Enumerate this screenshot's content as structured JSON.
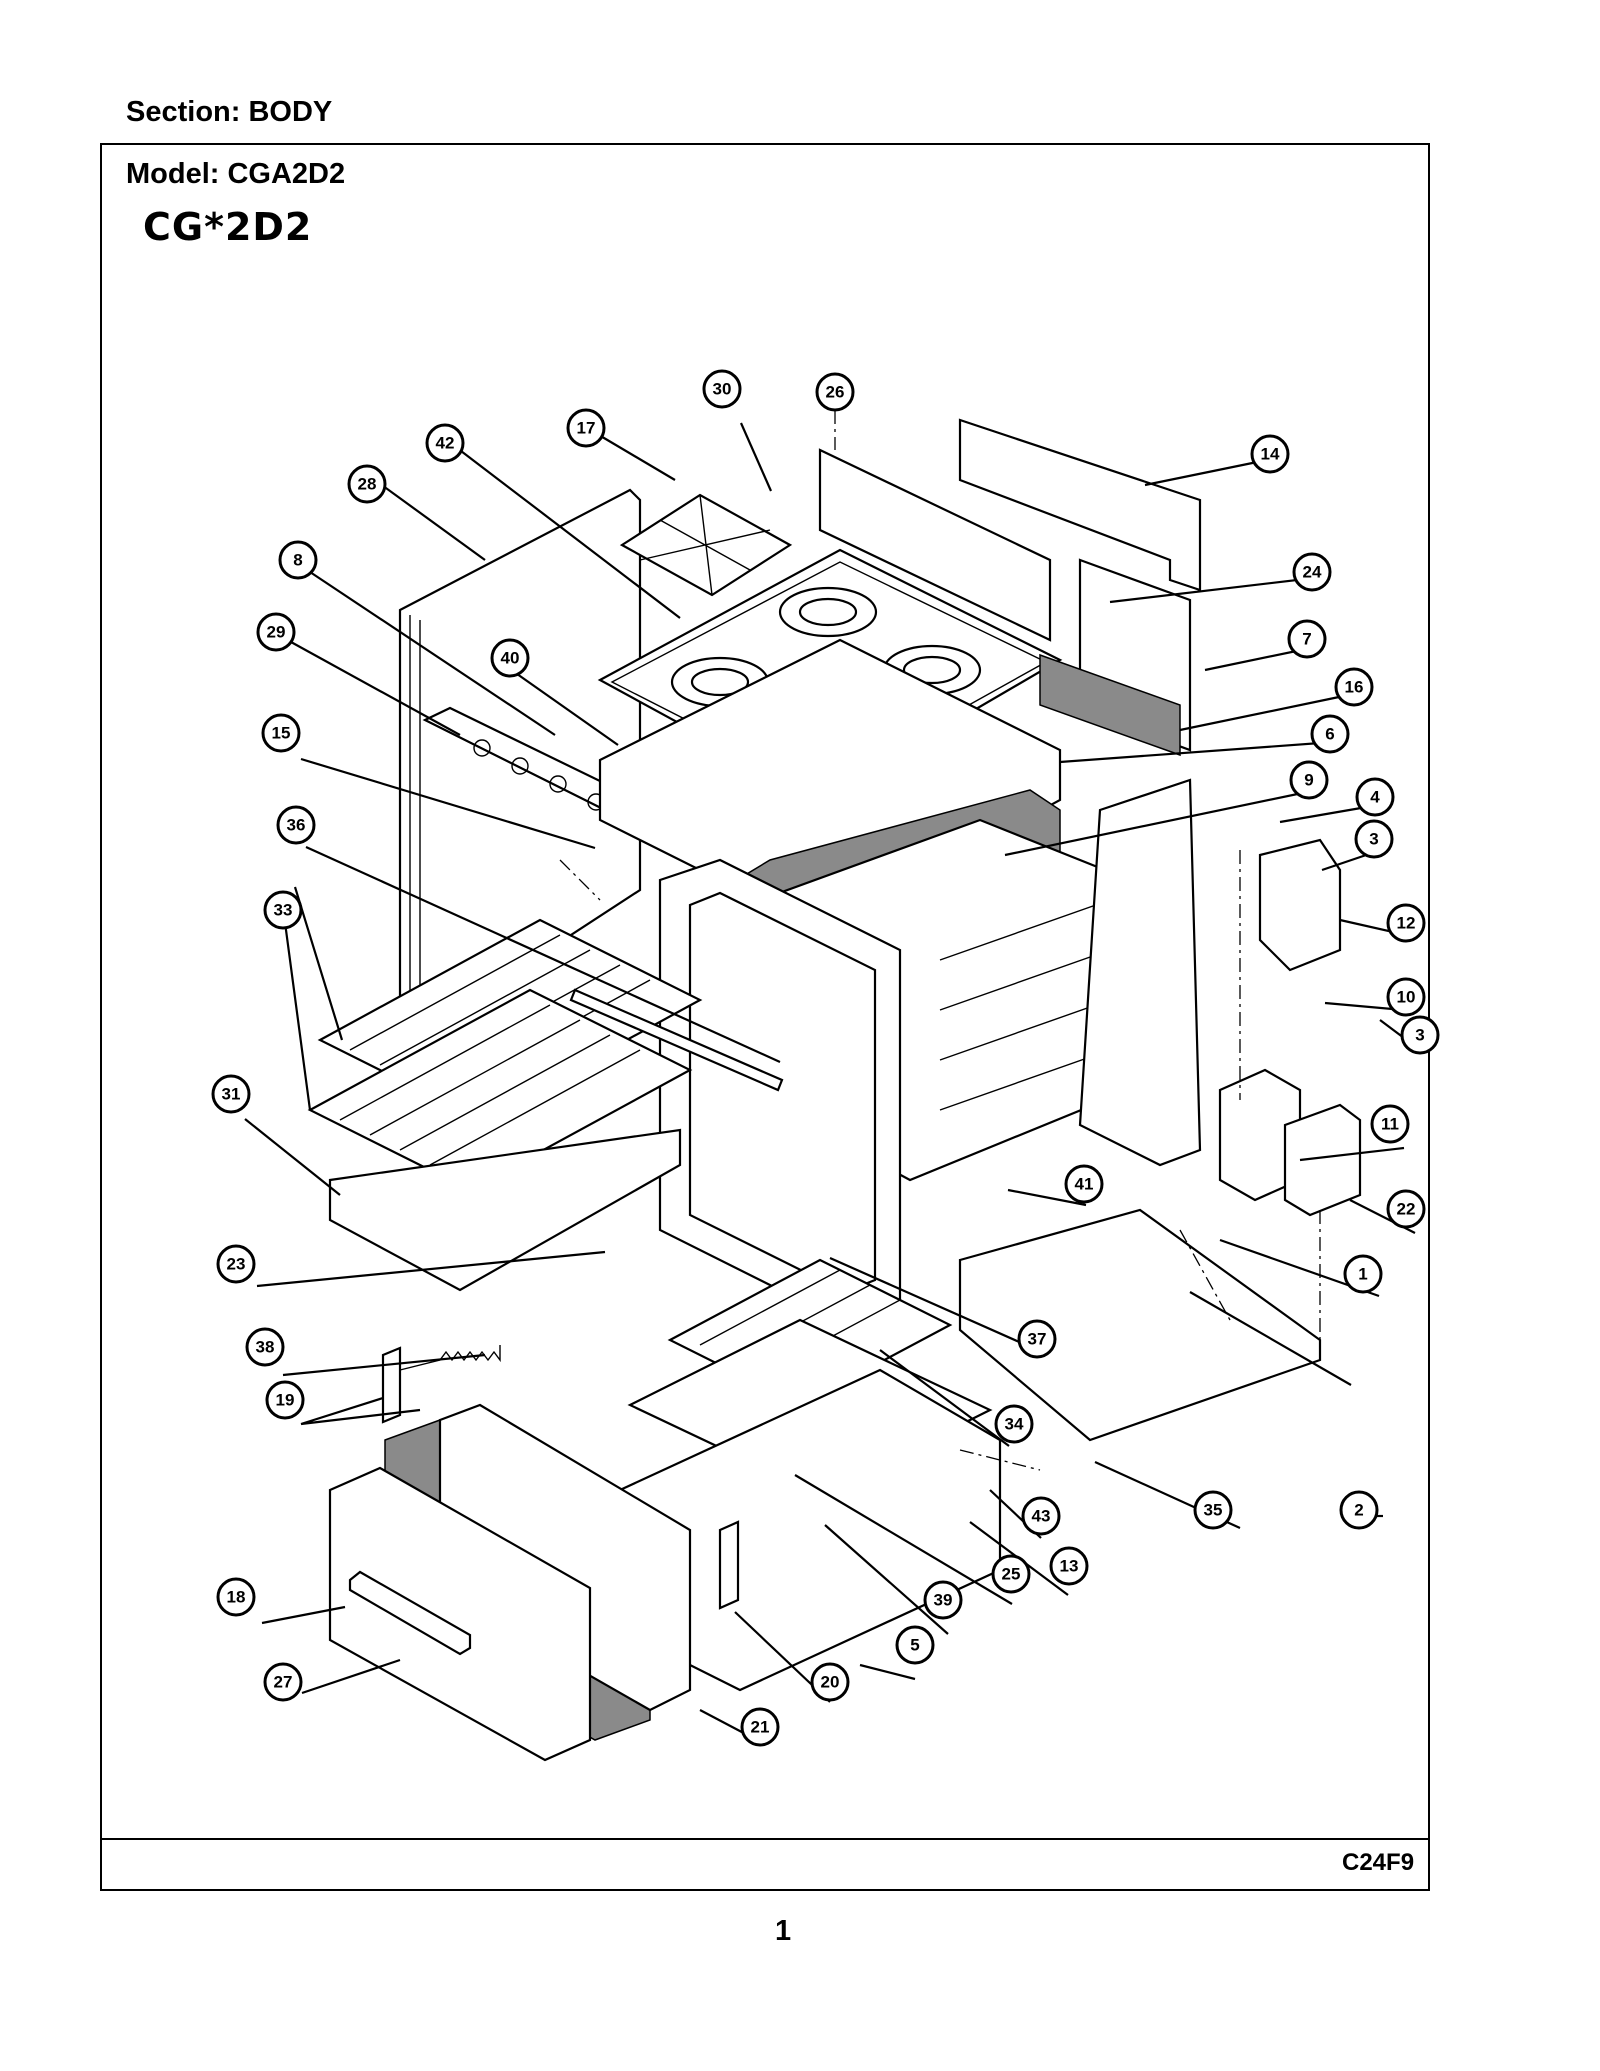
{
  "header": {
    "section_label": "Section:  BODY"
  },
  "frame": {
    "model_label": "Model:  CGA2D2",
    "model_stamp": "CG*2D2",
    "diagram_code": "C24F9"
  },
  "page": {
    "number": "1"
  },
  "callouts": [
    "1",
    "2",
    "3",
    "3",
    "4",
    "5",
    "6",
    "7",
    "8",
    "9",
    "10",
    "11",
    "12",
    "13",
    "14",
    "15",
    "16",
    "17",
    "18",
    "19",
    "20",
    "21",
    "22",
    "23",
    "24",
    "25",
    "26",
    "27",
    "28",
    "29",
    "30",
    "31",
    "33",
    "34",
    "35",
    "36",
    "37",
    "38",
    "39",
    "40",
    "41",
    "42",
    "43"
  ]
}
